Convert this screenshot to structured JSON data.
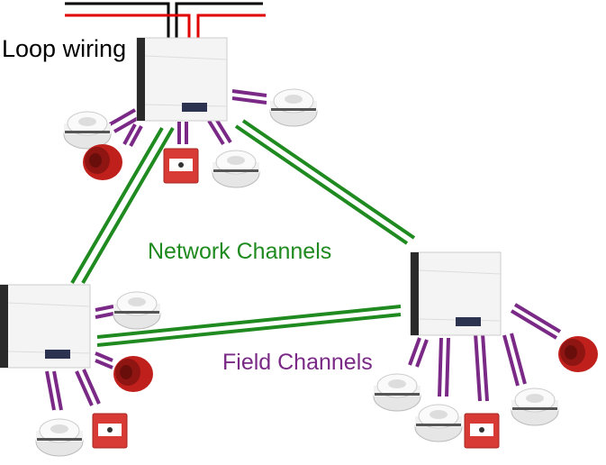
{
  "labels": {
    "loop_wiring": "Loop wiring",
    "network_channels": "Network Channels",
    "field_channels": "Field Channels"
  },
  "colors": {
    "network": "#1f8a1f",
    "field": "#7a2a86",
    "wire_black": "#000000",
    "wire_red": "#e00000",
    "sounder": "#c0201c",
    "callpoint": "#d83a36"
  }
}
